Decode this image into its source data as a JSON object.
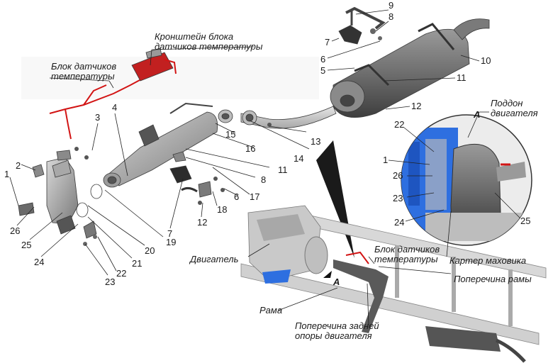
{
  "labels": {
    "bracket_block": [
      "Кронштейн блока",
      "датчиков температуры"
    ],
    "sensor_block": [
      "Блок датчиков",
      "температуры"
    ],
    "sensor_block_2": [
      "Блок датчиков",
      "температуры"
    ],
    "engine": "Двигатель",
    "frame": "Рама",
    "rear_crossmember": [
      "Поперечина задней",
      "опоры двигателя"
    ],
    "frame_crossmember": "Поперечина рамы",
    "oil_pan": [
      "Поддон",
      "двигателя"
    ],
    "flywheel_housing": "Картер маховика",
    "view_a": "А",
    "view_a_arrow": "А"
  },
  "callouts": [
    "1",
    "2",
    "3",
    "4",
    "5",
    "6",
    "7",
    "8",
    "9",
    "10",
    "11",
    "12",
    "13",
    "14",
    "15",
    "16",
    "17",
    "18",
    "19",
    "20",
    "21",
    "22",
    "23",
    "24",
    "25",
    "26"
  ],
  "inset_callouts": [
    "22",
    "1",
    "26",
    "23",
    "24",
    "25"
  ],
  "colors": {
    "sensor_harness": "#d21414",
    "engine_blue": "#2e6fe0",
    "metal_dark": "#5a5a5a",
    "metal_light": "#c9c9c9"
  },
  "icons": [
    "view-arrow-icon"
  ]
}
